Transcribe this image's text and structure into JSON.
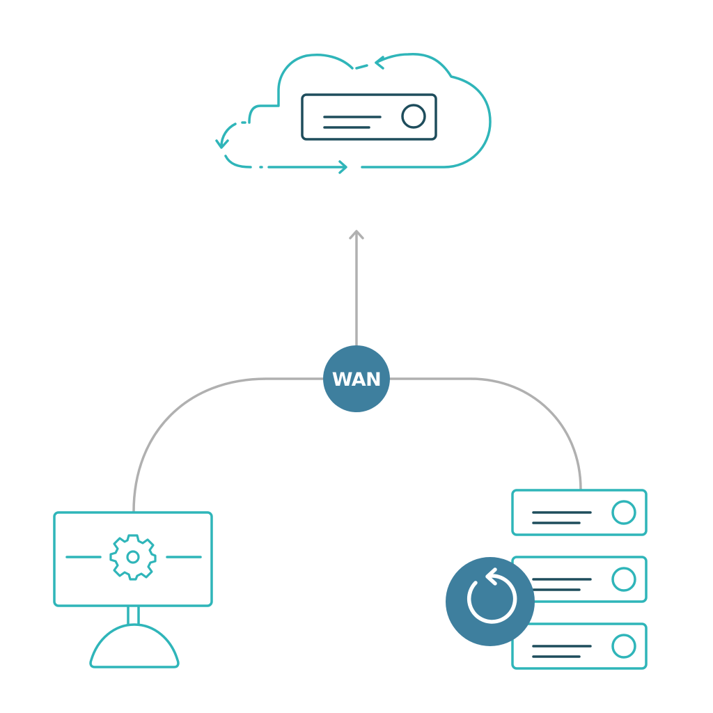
{
  "colors": {
    "teal": "#2fb5b9",
    "navy": "#1e4d5c",
    "node_blue": "#3e7f9e",
    "connector_grey": "#b0b0b0"
  },
  "wan_node": {
    "label": "WAN",
    "icon": "wan-node"
  },
  "cloud": {
    "icon": "cloud-icon",
    "contains": "server-unit-icon",
    "sync_arrows": "cycle-arrows-icon"
  },
  "workstation": {
    "icon": "monitor-icon",
    "screen_icon": "gear-icon"
  },
  "server_stack": {
    "icon": "server-rack-icon",
    "unit_count": 3,
    "overlay_icon": "refresh-icon",
    "overlay_color": "#3e7f9e"
  },
  "uplink": {
    "icon": "arrow-up-icon",
    "color": "#b0b0b0"
  }
}
